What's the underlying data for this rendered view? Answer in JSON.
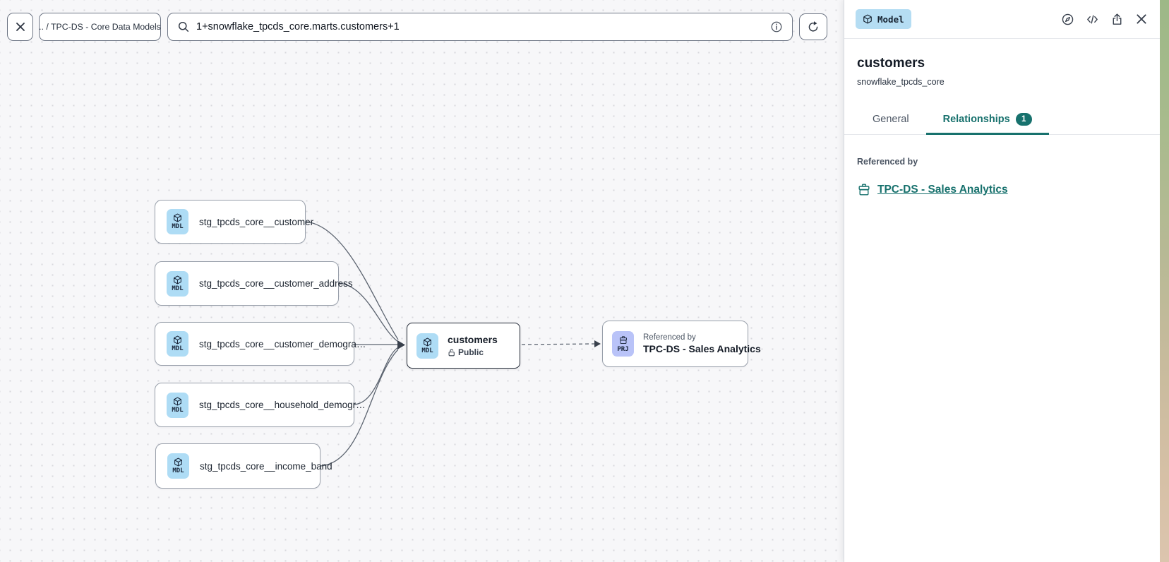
{
  "toolbar": {
    "breadcrumb": ".. / TPC-DS - Core Data Models",
    "search_value": "1+snowflake_tpcds_core.marts.customers+1",
    "icons": {
      "close": "x",
      "search": "magnifier",
      "info": "info-circle",
      "refresh": "refresh-arrow"
    }
  },
  "panel": {
    "type_badge": "Model",
    "title": "customers",
    "subtitle": "snowflake_tpcds_core",
    "tabs": [
      {
        "label": "General",
        "active": false
      },
      {
        "label": "Relationships",
        "badge": "1",
        "active": true
      }
    ],
    "referenced_by_label": "Referenced by",
    "reference_link": "TPC-DS - Sales Analytics",
    "icons": {
      "explore": "compass",
      "code": "code-brackets",
      "share": "share-export",
      "close": "x"
    }
  },
  "canvas": {
    "nodes": [
      {
        "badge": "MDL",
        "label": "stg_tpcds_core__customer"
      },
      {
        "badge": "MDL",
        "label": "stg_tpcds_core__customer_address"
      },
      {
        "badge": "MDL",
        "label": "stg_tpcds_core__customer_demogra…"
      },
      {
        "badge": "MDL",
        "label": "stg_tpcds_core__household_demogr…"
      },
      {
        "badge": "MDL",
        "label": "stg_tpcds_core__income_band"
      }
    ],
    "center_node": {
      "badge": "MDL",
      "title": "customers",
      "visibility": "Public"
    },
    "project_node": {
      "badge": "PRJ",
      "subtitle": "Referenced by",
      "title": "TPC-DS - Sales Analytics"
    }
  },
  "colors": {
    "accent_teal": "#17716d",
    "model_badge_bg": "#aedcf5",
    "project_badge_bg": "#b9c3f8",
    "panel_model_badge_bg": "#b5ddf3"
  }
}
